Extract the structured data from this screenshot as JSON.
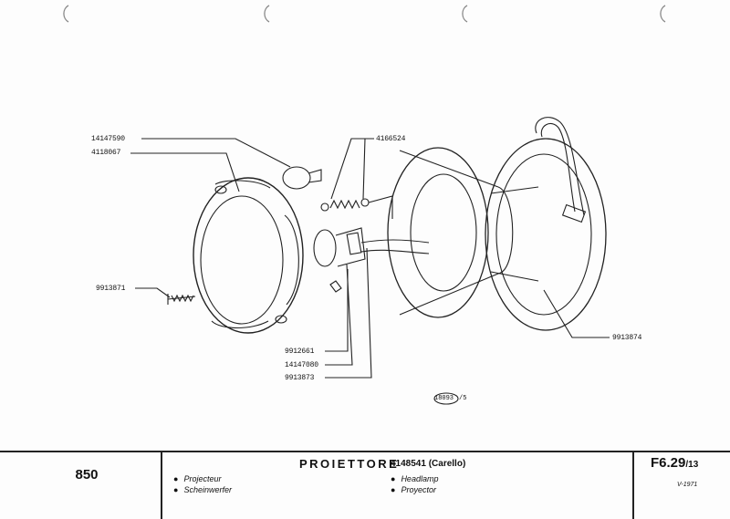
{
  "callouts": {
    "c1": "14147590",
    "c2": "4118067",
    "c3": "4166524",
    "c4": "9913871",
    "c5": "9912661",
    "c6": "14147080",
    "c7": "9913873",
    "c8": "9913874"
  },
  "figure_ref": {
    "circled": "18093",
    "suffix": "/5"
  },
  "footer": {
    "model": "850",
    "title": "PROIETTORE",
    "title_sub": "4148541 (Carello)",
    "fr": "Projecteur",
    "de": "Scheinwerfer",
    "en": "Headlamp",
    "es": "Proyector",
    "code": "F6.29",
    "code_suffix": "/13",
    "date": "V-1971"
  }
}
